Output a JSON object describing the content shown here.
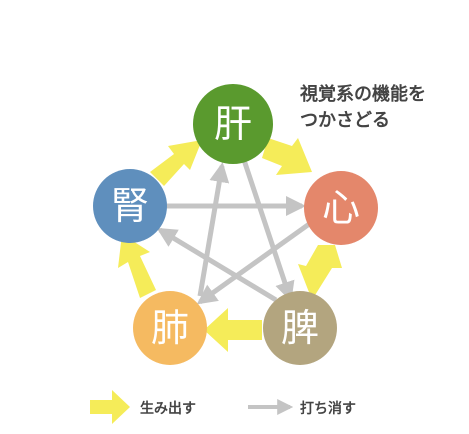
{
  "nodes": {
    "liver": {
      "label": "肝",
      "color": "#5a9a2e"
    },
    "heart": {
      "label": "心",
      "color": "#e4876b"
    },
    "spleen": {
      "label": "脾",
      "color": "#b3a57f"
    },
    "lung": {
      "label": "肺",
      "color": "#f5ba61"
    },
    "kidney": {
      "label": "腎",
      "color": "#5f8fbd"
    }
  },
  "caption": {
    "line1": "視覚系の機能を",
    "line2": "つかさどる"
  },
  "legend": {
    "generate_label": "生み出す",
    "control_label": "打ち消す"
  },
  "colors": {
    "generate_arrow": "#f5ec59",
    "control_arrow": "#c4c4c4"
  }
}
